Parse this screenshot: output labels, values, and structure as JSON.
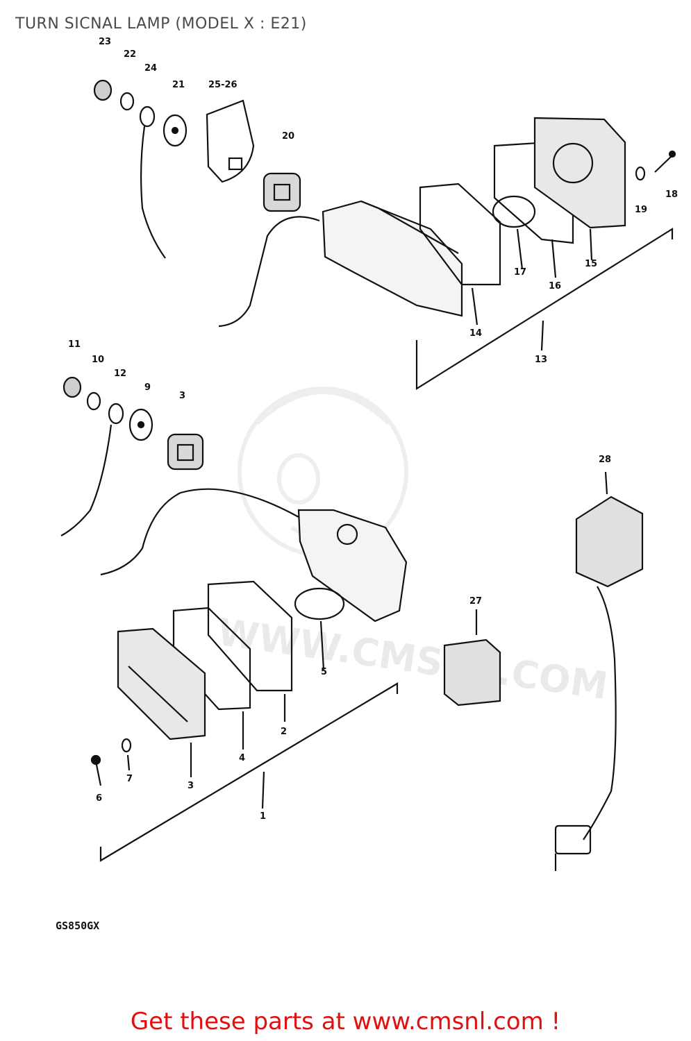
{
  "header": {
    "title": "TURN SICNAL LAMP (MODEL X : E21)"
  },
  "part_labels": [
    "23",
    "22",
    "24",
    "21",
    "25-26",
    "20",
    "18",
    "19",
    "17",
    "16",
    "15",
    "14",
    "13",
    "11",
    "10",
    "12",
    "9",
    "3",
    "28",
    "27",
    "5",
    "2",
    "4",
    "3",
    "6",
    "7",
    "1"
  ],
  "model_code": "GS850GX",
  "watermark": {
    "text": "WWW.CMSNL.COM"
  },
  "footer": {
    "promo": "Get these parts at www.cmsnl.com !"
  }
}
